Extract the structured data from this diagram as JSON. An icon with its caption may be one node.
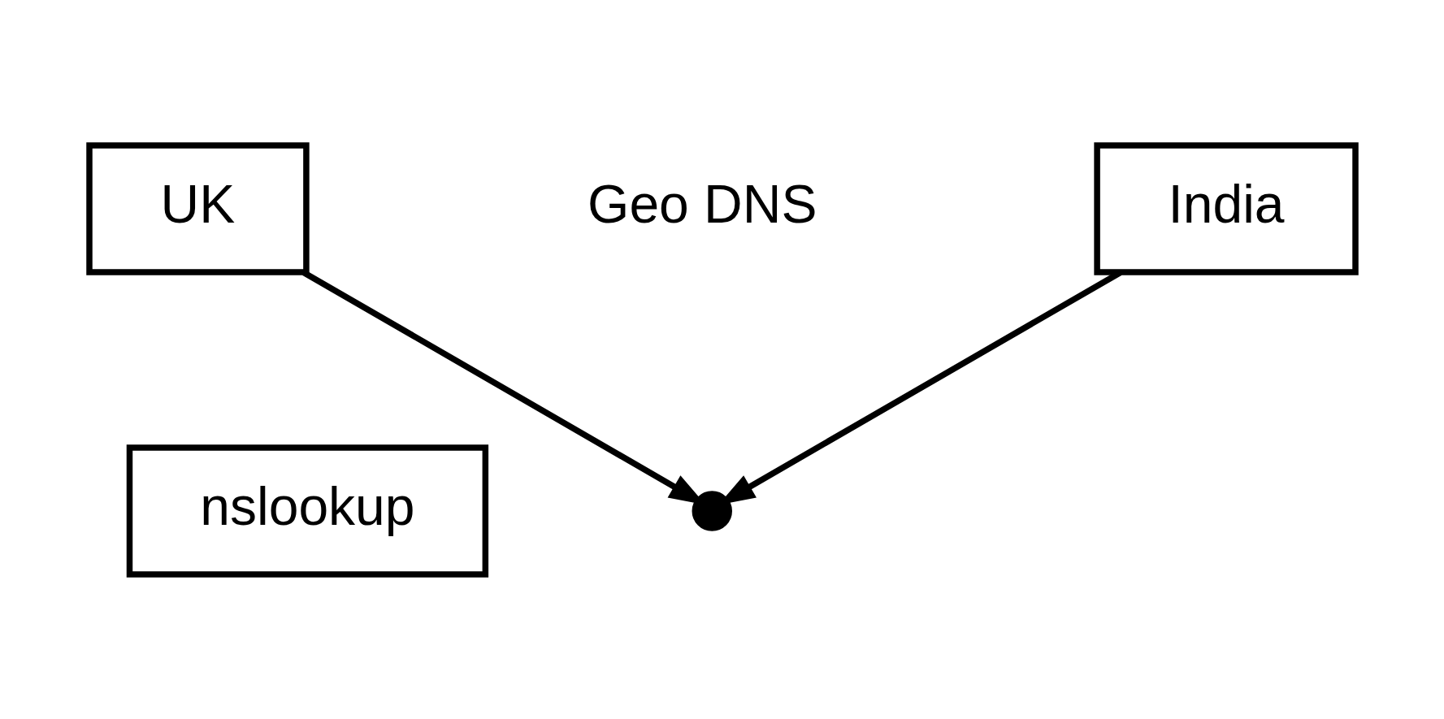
{
  "diagram": {
    "nodes": [
      {
        "text": [
          "UK"
        ]
      },
      {
        "text": [
          "India"
        ]
      },
      {
        "text": [
          "nslookup"
        ]
      },
      {
        "text": [],
        "shape": "circle"
      }
    ],
    "edges": [
      {
        "from": 0,
        "to": 3,
        "arrow": "to"
      },
      {
        "from": 1,
        "to": 3,
        "arrow": "to"
      }
    ],
    "labels": [
      "Geo DNS"
    ]
  }
}
